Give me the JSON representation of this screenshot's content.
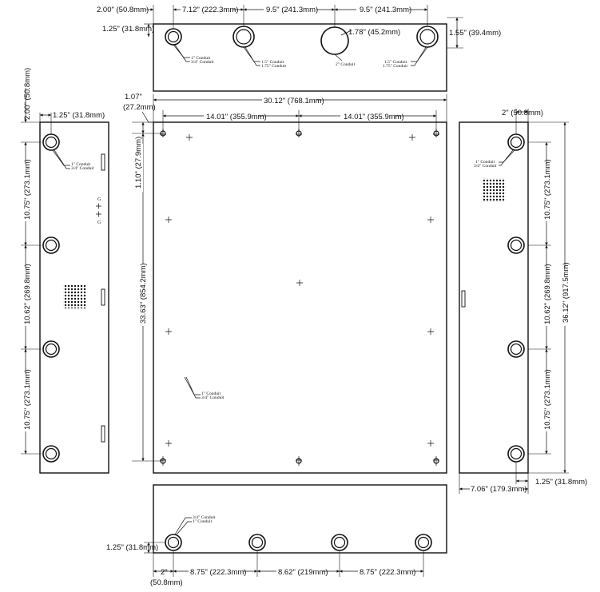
{
  "top_view": {
    "dims": {
      "left_offset": "2.00\" (50.8mm)",
      "span1": "7.12\" (222.3mm)",
      "span2": "9.5\" (241.3mm)",
      "span3": "9.5\" (241.3mm)",
      "height_left": "1.25\" (31.8mm)",
      "hole_dia": "1.78\" (45.2mm)",
      "height_right": "1.55\" (39.4mm)"
    },
    "notes": {
      "n1a": "1\" Conduit",
      "n1b": "3/4\" Conduit",
      "n2a": "1.5\" Conduit",
      "n2b": "1.75\" Conduit",
      "n3": "2\" Conduit",
      "n4a": "1.5\" Conduit",
      "n4b": "1.75\" Conduit"
    }
  },
  "front_view": {
    "dims": {
      "width_total": "30.12\" (768.1mm)",
      "top_offset_a": "1.07\"",
      "top_offset_b": "(27.2mm)",
      "half_left": "14.01\" (355.9mm)",
      "half_right": "14.01\" (355.9mm)",
      "top_margin": "1.10\" (27.9mm)",
      "height": "33.63\" (854.2mm)"
    },
    "notes": {
      "n1a": "1\" Conduit",
      "n1b": "3/4\" Conduit"
    }
  },
  "left_view": {
    "dims": {
      "top": "2.00\" (50.8mm)",
      "edge": "1.25\" (31.8mm)",
      "s1": "10.75\" (273.1mm)",
      "s2": "10.62\" (269.8mm)",
      "s3": "10.75\" (273.1mm)"
    },
    "notes": {
      "n1a": "1\" Conduit",
      "n1b": "3/4\" Conduit"
    },
    "ground_marks": [
      "G",
      "G"
    ]
  },
  "right_view": {
    "dims": {
      "top": "2\" (50.8mm)",
      "s1": "10.75\" (273.1mm)",
      "s2": "10.62\" (269.8mm)",
      "s3": "10.75\" (273.1mm)",
      "total": "36.12\" (917.5mm)",
      "edge": "1.25\" (31.8mm)",
      "depth": "7.06\" (179.3mm)"
    },
    "notes": {
      "n1a": "1\" Conduit",
      "n1b": "3/4\" Conduit"
    }
  },
  "bottom_view": {
    "dims": {
      "height": "1.25\" (31.8mm)",
      "left_a": "2\"",
      "left_b": "(50.8mm)",
      "s1": "8.75\" (222.3mm)",
      "s2": "8.62\" (219mm)",
      "s3": "8.75\" (222.3mm)"
    },
    "notes": {
      "n1a": "3/4\" Conduit",
      "n1b": "1\" Conduit"
    }
  },
  "colors": {
    "ink": "#111111",
    "paper": "#ffffff"
  }
}
